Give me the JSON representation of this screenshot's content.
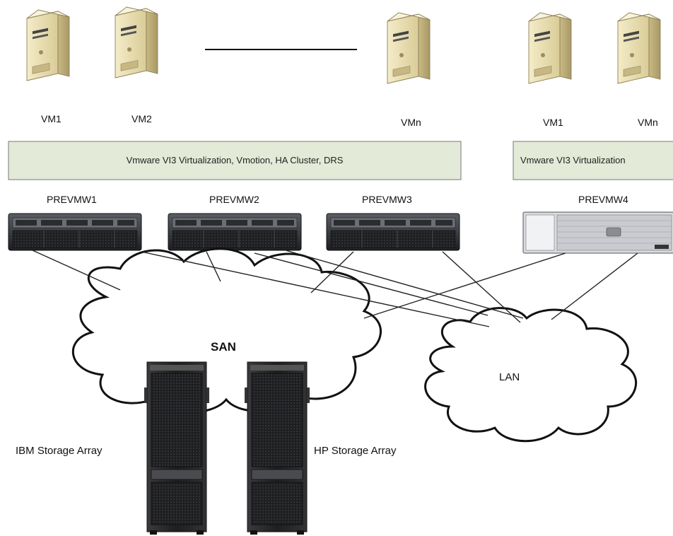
{
  "vm_labels": {
    "vm1": "VM1",
    "vm2": "VM2",
    "vmn": "VMn",
    "vm1_b": "VM1",
    "vmn_b": "VMn"
  },
  "layers": {
    "cluster_layer": "Vmware VI3 Virtualization, Vmotion, HA Cluster, DRS",
    "single_layer": "Vmware VI3 Virtualization"
  },
  "hosts": {
    "h1": "PREVMW1",
    "h2": "PREVMW2",
    "h3": "PREVMW3",
    "h4": "PREVMW4"
  },
  "networks": {
    "san": "SAN",
    "lan": "LAN"
  },
  "storage": {
    "ibm": "IBM Storage Array",
    "hp": "HP Storage Array"
  },
  "colors": {
    "layer_fill": "#e3ead7",
    "vm_tower": "#eadfb4",
    "rack_server": "#2e3036",
    "storage_rack": "#2a2a2c"
  }
}
